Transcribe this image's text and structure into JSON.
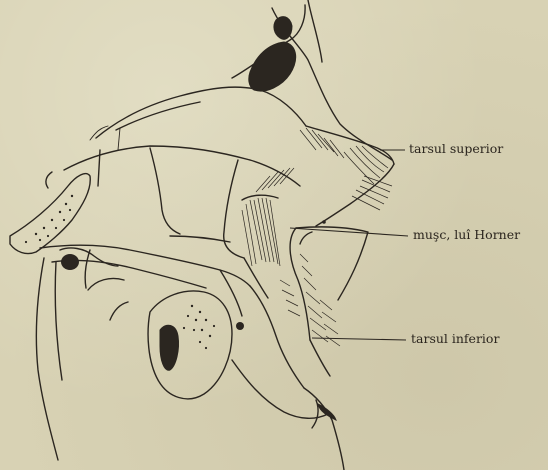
{
  "labels": {
    "tarsal_superior": "tarsul superior",
    "horner_muscle": "muşc, luî Horner",
    "tarsal_inferior": "tarsul inferior"
  },
  "colors": {
    "paper": "#d8d2b4",
    "ink": "#2b2620"
  }
}
